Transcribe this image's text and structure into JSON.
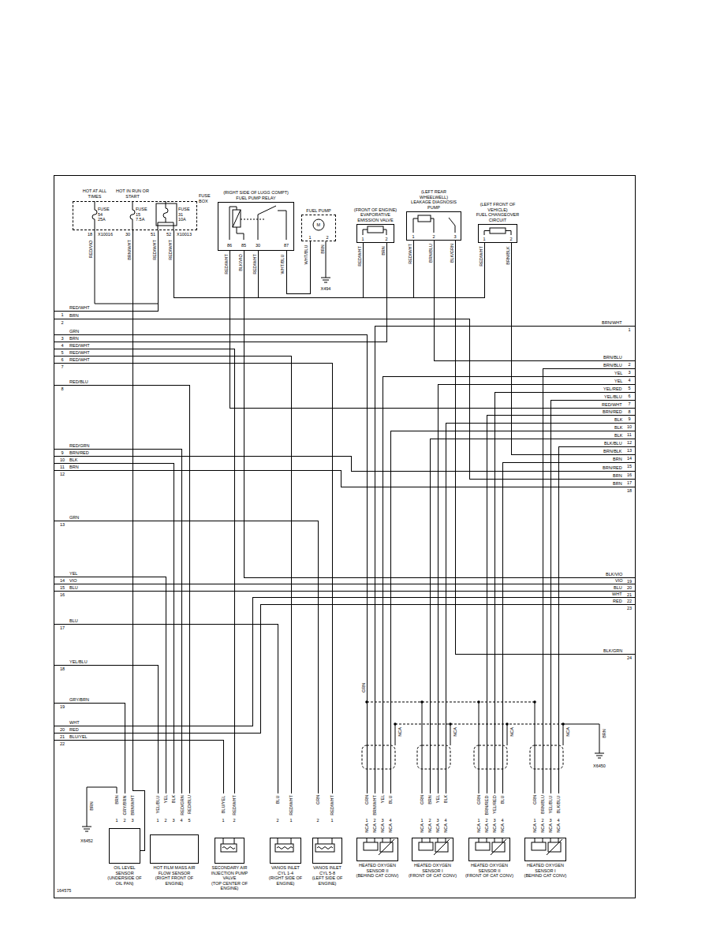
{
  "diagram": {
    "nodes": [
      {
        "text": [
          "FUSE BOX"
        ]
      },
      {
        "text": [
          "(RIGHT SIDE OF LUGG COMPT)",
          "FUEL PUMP RELAY"
        ]
      },
      {
        "text": [
          "FUEL PUMP"
        ]
      },
      {
        "text": [
          "(FRONT OF ENGINE)",
          "EVAPORATIVE EMISSION VALVE"
        ]
      },
      {
        "text": [
          "(LEFT REAR WHEELWELL)",
          "LEAKAGE DIAGNOSIS PUMP"
        ]
      },
      {
        "text": [
          "(LEFT FRONT OF VEHICLE)",
          "FUEL CHANGEOVER CIRCUIT"
        ]
      },
      {
        "text": [
          "OIL LEVEL SENSOR",
          "(UNDERSIDE OF OIL PAN)"
        ]
      },
      {
        "text": [
          "HOT FILM MASS AIR FLOW SENSOR",
          "(RIGHT FRONT OF ENGINE)"
        ]
      },
      {
        "text": [
          "SECONDARY AIR INJECTION PUMP VALVE",
          "(TOP CENTER OF ENGINE)"
        ]
      },
      {
        "text": [
          "VANOS INLET CYL 1-4",
          "(RIGHT SIDE OF ENGINE)"
        ]
      },
      {
        "text": [
          "VANOS INLET CYL 5-8",
          "(LEFT SIDE OF ENGINE)"
        ]
      },
      {
        "text": [
          "HEATED OXYGEN SENSOR II",
          "(BEHIND CAT CONV)"
        ]
      },
      {
        "text": [
          "HEATED OXYGEN SENSOR I",
          "(FRONT OF CAT CONV)"
        ]
      },
      {
        "text": [
          "HEATED OXYGEN SENSOR II",
          "(FRONT OF CAT CONV)"
        ]
      },
      {
        "text": [
          "HEATED OXYGEN SENSOR I",
          "(BEHIND CAT CONV)"
        ]
      }
    ],
    "edges": [
      {
        "from": 0,
        "to": 1,
        "arrow": "none"
      },
      {
        "from": 0,
        "to": 3,
        "arrow": "none"
      },
      {
        "from": 0,
        "to": 4,
        "arrow": "none"
      },
      {
        "from": 0,
        "to": 5,
        "arrow": "none"
      },
      {
        "from": 1,
        "to": 2,
        "arrow": "none"
      },
      {
        "from": 0,
        "to": 6,
        "arrow": "none"
      }
    ],
    "labels": [
      "RED/WHT",
      "1",
      "BRN",
      "2",
      "GRN",
      "3",
      "BRN",
      "4",
      "RED/WHT",
      "5",
      "RED/WHT",
      "6",
      "RED/WHT",
      "7",
      "RED/BLU",
      "8",
      "RED/GRN",
      "9",
      "BRN/RED",
      "10",
      "BLK",
      "11",
      "BRN",
      "12",
      "GRN",
      "13",
      "YEL",
      "14",
      "VIO",
      "15",
      "BLU",
      "16",
      "BLU",
      "17",
      "YEL/BLU",
      "18",
      "GRY/BRN",
      "19",
      "WHT",
      "20",
      "RED",
      "21",
      "BLU/YEL",
      "22",
      "BRN/WHT",
      "1",
      "BRN/BLU",
      "2",
      "BRN/BLU",
      "3",
      "YEL",
      "4",
      "YEL",
      "5",
      "YEL/RED",
      "6",
      "YEL/BLU",
      "7",
      "RED/WHT",
      "8",
      "BRN/RED",
      "9",
      "BLK",
      "10",
      "BLK",
      "11",
      "BLK",
      "12",
      "BLK/BLU",
      "13",
      "BRN/BLK",
      "14",
      "BRN",
      "15",
      "BRN/RED",
      "16",
      "BRN",
      "17",
      "BRN",
      "18",
      "BLK/VIO",
      "19",
      "VIO",
      "20",
      "BLU",
      "21",
      "WHT",
      "22",
      "RED",
      "23",
      "BLK/GRN",
      "24",
      "HOT AT ALL TIMES",
      "HOT IN RUN OR START",
      "FUSE 54 25A",
      "FUSE 15 7.5A",
      "FUSE 31 10A",
      "18",
      "X10016",
      "30",
      "51",
      "52",
      "X10013",
      "RED/VIO",
      "BRN/WHT",
      "RED/WHT",
      "RED/WHT",
      "86",
      "85",
      "30",
      "87",
      "RED/WHT",
      "BLK/VIO",
      "RED/WHT",
      "WHT/BLU",
      "M",
      "1",
      "2",
      "WHT/BLU",
      "BRN",
      "X494",
      "1",
      "2",
      "RED/WHT",
      "BRN",
      "1",
      "2",
      "3",
      "RED/WHT",
      "BRN/BLU",
      "BLK/GRN",
      "1",
      "2",
      "RED/WHT",
      "BRN/BLK",
      "BRN",
      "1",
      "GRY/BRN",
      "2",
      "BRN/WHT",
      "3",
      "YEL/BLU",
      "1",
      "YEL",
      "2",
      "BLK",
      "3",
      "RED/GRN",
      "4",
      "RED/BLU",
      "5",
      "BLU/YEL",
      "1",
      "RED/WHT",
      "2",
      "BLU",
      "2",
      "RED/WHT",
      "1",
      "GRN",
      "2",
      "RED/WHT",
      "1",
      "GRN",
      "1",
      "NCA",
      "BRN/WHT",
      "2",
      "NCA",
      "YEL",
      "3",
      "NCA",
      "BLU",
      "4",
      "NCA",
      "GRN",
      "1",
      "NCA",
      "BRN",
      "2",
      "NCA",
      "YEL",
      "3",
      "NCA",
      "BLK",
      "4",
      "NCA",
      "GRN",
      "1",
      "NCA",
      "BRN/RED",
      "2",
      "NCA",
      "YEL/RED",
      "3",
      "NCA",
      "BLU",
      "4",
      "NCA",
      "GRN",
      "1",
      "NCA",
      "BRN/BLU",
      "2",
      "NCA",
      "YEL/BLU",
      "3",
      "NCA",
      "BLK/BLU",
      "4",
      "NCA",
      "BRN",
      "X6452",
      "GRN",
      "NCA",
      "NCA",
      "NCA",
      "NCA",
      "BRN",
      "X6450",
      "164575"
    ]
  }
}
